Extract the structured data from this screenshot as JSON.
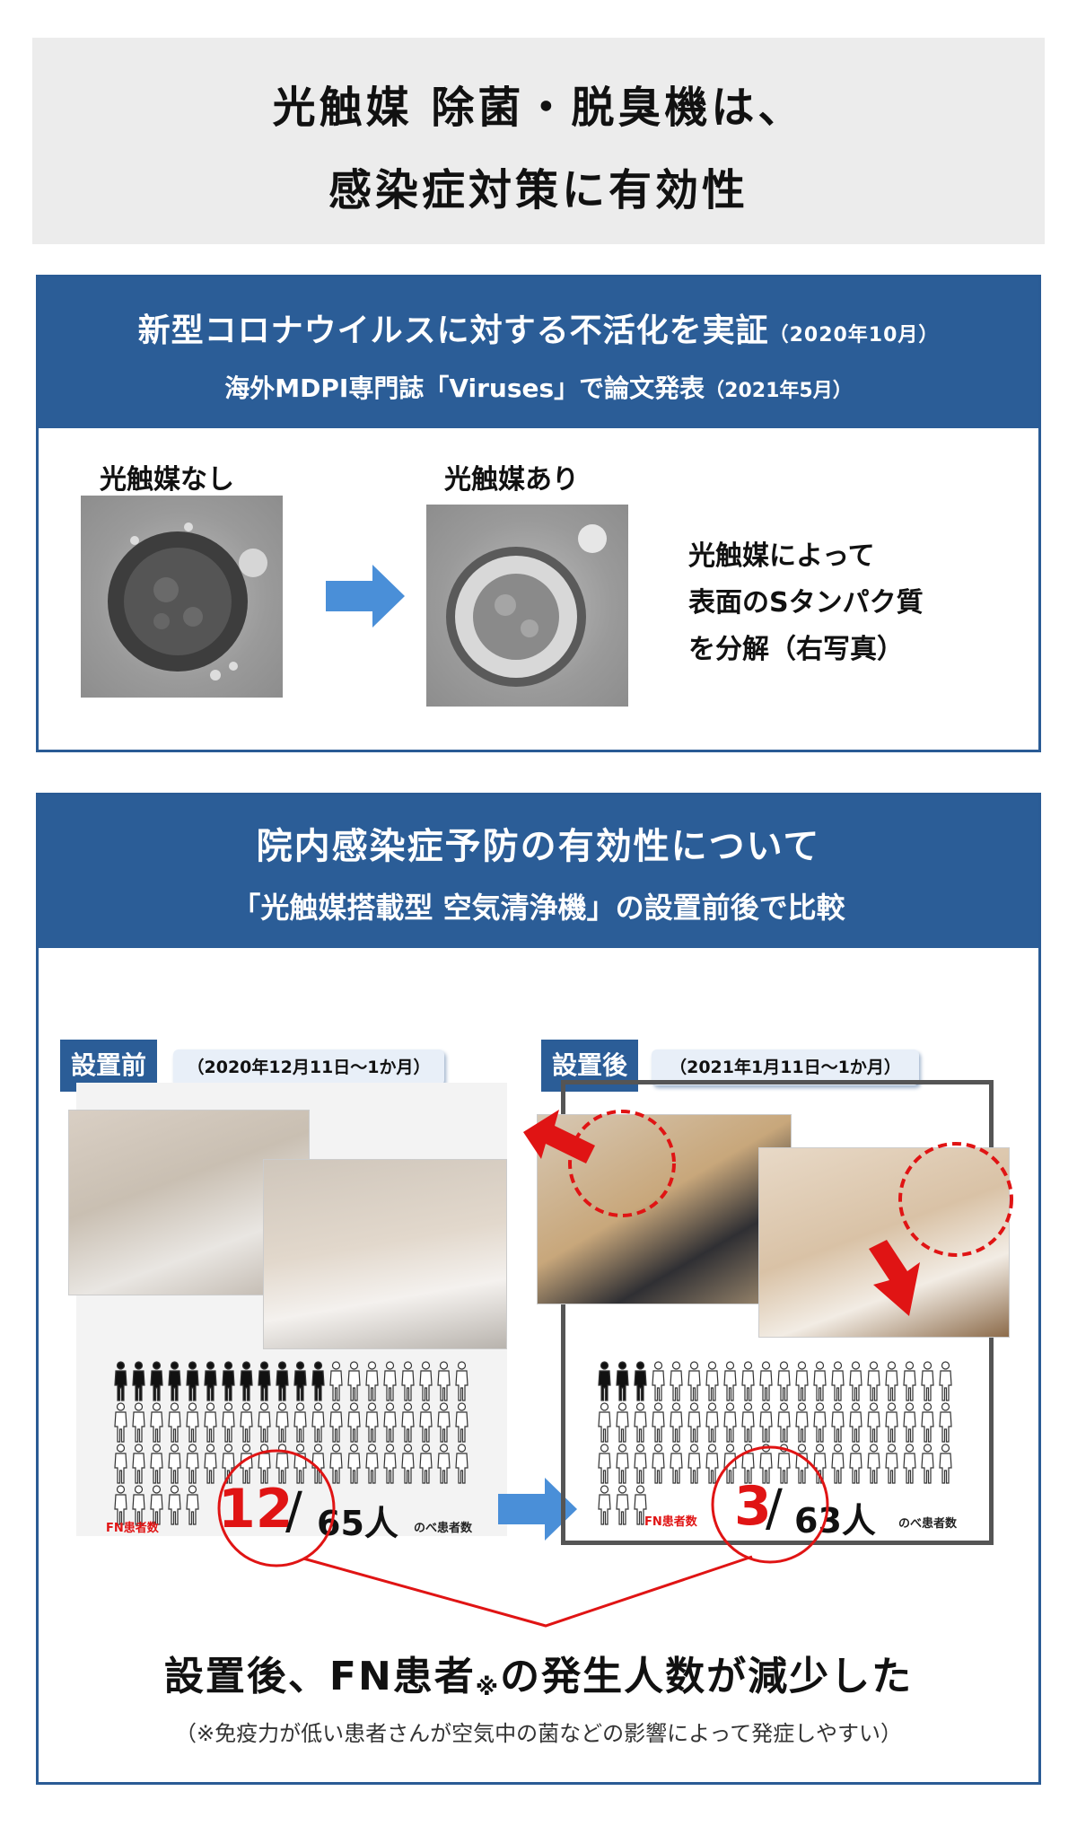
{
  "header": {
    "line1": "光触媒 除菌・脱臭機は、",
    "line2": "感染症対策に有効性"
  },
  "section1": {
    "title": "新型コロナウイルスに対する不活化を実証",
    "title_date": "（2020年10月）",
    "subtitle": "海外MDPI専門誌「Viruses」で論文発表",
    "subtitle_date": "（2021年5月）",
    "label_before": "光触媒なし",
    "label_after": "光触媒あり",
    "desc_lines": [
      "光触媒によって",
      "表面のSタンパク質",
      "を分解（右写真）"
    ]
  },
  "section2": {
    "title": "院内感染症予防の有効性について",
    "subtitle": "「光触媒搭載型 空気清浄機」の設置前後で比較",
    "before": {
      "tag": "設置前",
      "date": "（2020年12月11日～1か月）",
      "fn_label": "FN患者数",
      "fn_count": "12",
      "total": "65人",
      "total_label": "のべ患者数",
      "filled": 12,
      "total_people": 65
    },
    "after": {
      "tag": "設置後",
      "date": "（2021年1月11日～1か月）",
      "fn_label": "FN患者数",
      "fn_count": "3",
      "total": "63人",
      "total_label": "のべ患者数",
      "filled": 3,
      "total_people": 63
    },
    "slash": "/",
    "conclusion_main": "設置後、FN患者",
    "conclusion_mark": "※",
    "conclusion_rest": "の発生人数が減少した",
    "footnote": "（※免疫力が低い患者さんが空気中の菌などの影響によって発症しやすい）"
  },
  "colors": {
    "blue": "#2b5d97",
    "red": "#e01414",
    "header_bg": "#ececec"
  }
}
